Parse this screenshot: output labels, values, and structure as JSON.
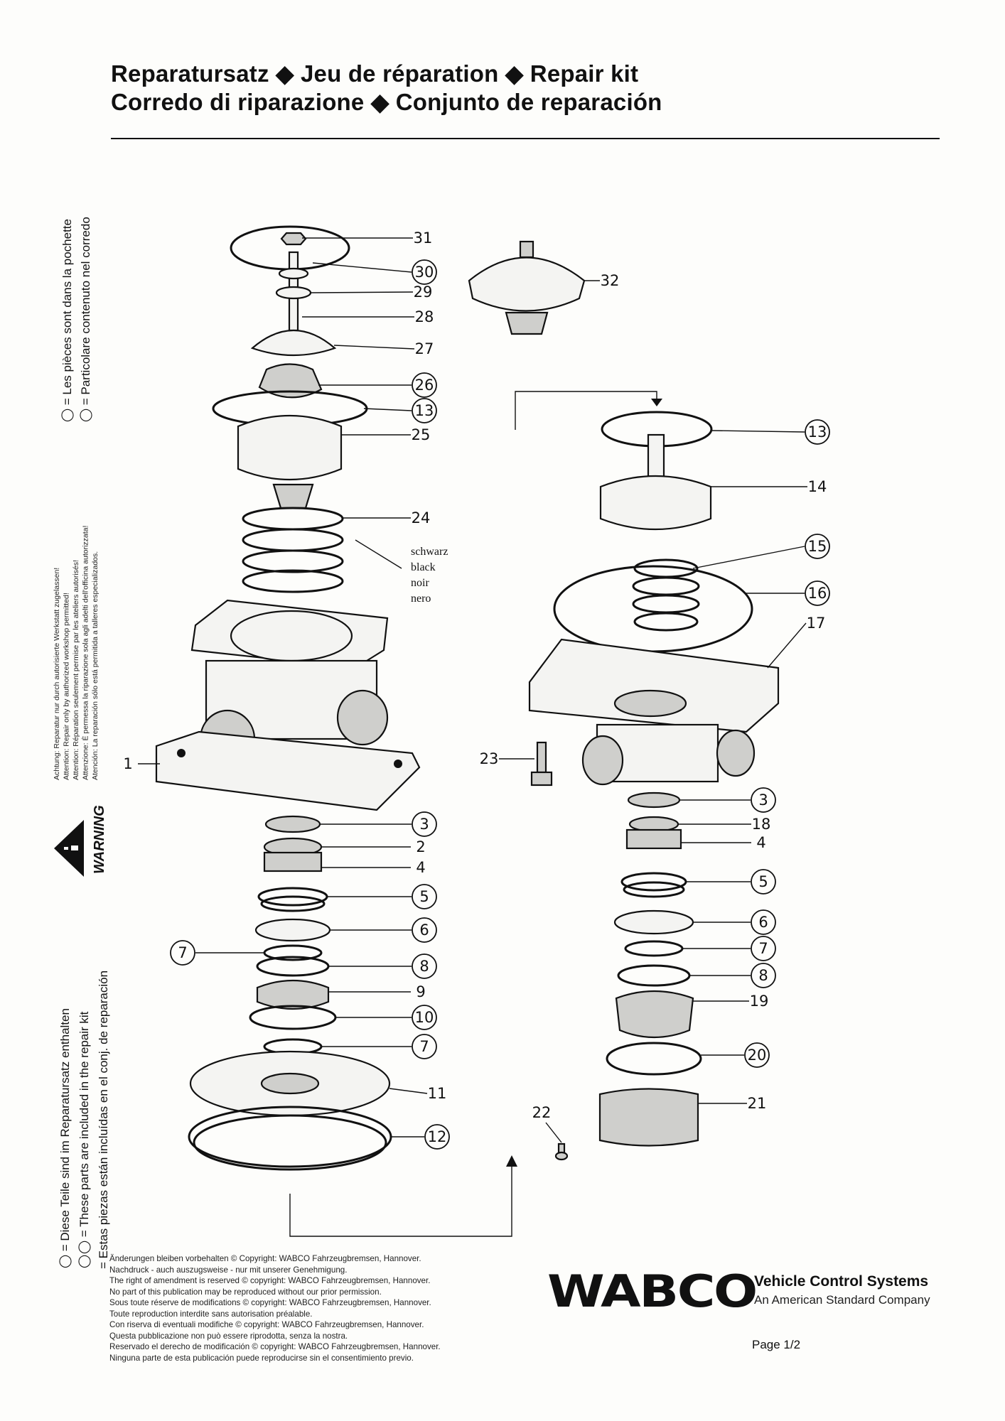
{
  "header": {
    "title_line1": "Reparatursatz ◆ Jeu de réparation ◆ Repair kit",
    "title_line2": "Corredo di riparazione ◆ Conjunto de reparación"
  },
  "legend_top": [
    "◯ = Les pièces sont dans la pochette",
    "◯ = Particolare contenuto nel corredo"
  ],
  "warning_notes": [
    "Achtung: Reparatur nur durch autorisierte Werkstatt zugelassen!",
    "Attention: Repair only by authorized workshop permitted!",
    "Attention: Réparation seulement permise par les ateliers autorisés!",
    "Attenzione: È permessa la riparazione sola agli adelti dell'officina  autorizzata!",
    "Atención: La reparación sólo está permitida a talleres especializados."
  ],
  "warning_label": "WARNING",
  "legend_bottom": [
    "◯ = Diese Teile sind im Reparatursatz enthalten",
    "◯◯ = These parts are included in the repair kit",
    "= Estas piezas están incluídas en el conj. de reparación"
  ],
  "spring_color_note": [
    "schwarz",
    "black",
    "noir",
    "nero"
  ],
  "diagram": {
    "callouts": [
      {
        "label": "31",
        "circled": false
      },
      {
        "label": "30",
        "circled": true
      },
      {
        "label": "29",
        "circled": false
      },
      {
        "label": "28",
        "circled": false
      },
      {
        "label": "27",
        "circled": false
      },
      {
        "label": "26",
        "circled": true
      },
      {
        "label": "13",
        "circled": true
      },
      {
        "label": "25",
        "circled": false
      },
      {
        "label": "24",
        "circled": false
      },
      {
        "label": "1",
        "circled": false
      },
      {
        "label": "3",
        "circled": true
      },
      {
        "label": "2",
        "circled": false
      },
      {
        "label": "4",
        "circled": false
      },
      {
        "label": "5",
        "circled": true
      },
      {
        "label": "6",
        "circled": true
      },
      {
        "label": "7",
        "circled": true
      },
      {
        "label": "8",
        "circled": true
      },
      {
        "label": "9",
        "circled": false
      },
      {
        "label": "10",
        "circled": true
      },
      {
        "label": "7",
        "circled": true
      },
      {
        "label": "11",
        "circled": false
      },
      {
        "label": "12",
        "circled": true
      },
      {
        "label": "32",
        "circled": false
      },
      {
        "label": "13",
        "circled": true
      },
      {
        "label": "14",
        "circled": false
      },
      {
        "label": "15",
        "circled": true
      },
      {
        "label": "16",
        "circled": true
      },
      {
        "label": "17",
        "circled": false
      },
      {
        "label": "23",
        "circled": false
      },
      {
        "label": "3",
        "circled": true
      },
      {
        "label": "18",
        "circled": false
      },
      {
        "label": "4",
        "circled": false
      },
      {
        "label": "5",
        "circled": true
      },
      {
        "label": "6",
        "circled": true
      },
      {
        "label": "7",
        "circled": true
      },
      {
        "label": "8",
        "circled": true
      },
      {
        "label": "19",
        "circled": false
      },
      {
        "label": "20",
        "circled": true
      },
      {
        "label": "21",
        "circled": false
      },
      {
        "label": "22",
        "circled": false
      }
    ]
  },
  "copyright": [
    "Änderungen bleiben vorbehalten © Copyright: WABCO Fahrzeugbremsen, Hannover.",
    "Nachdruck - auch auszugsweise - nur mit unserer Genehmigung.",
    "The right of amendment is reserved © copyright: WABCO Fahrzeugbremsen, Hannover.",
    "No part of this publication may be reproduced without our prior permission.",
    "Sous toute réserve de modifications © copyright: WABCO Fahrzeugbremsen, Hannover.",
    "Toute reproduction interdite sans autorisation préalable.",
    "Con riserva di eventuali modifiche © copyright: WABCO Fahrzeugbremsen, Hannover.",
    "Questa pubblicazione non può essere riprodotta, senza la nostra.",
    "Reservado el derecho de modificación © copyright: WABCO Fahrzeugbremsen, Hannover.",
    "Ninguna parte de esta publicación puede reproducirse sin el consentimiento previo."
  ],
  "footer": {
    "logo": "WABCO",
    "tagline": "Vehicle Control Systems",
    "subtitle": "An American Standard Company",
    "page": "Page 1/2"
  }
}
